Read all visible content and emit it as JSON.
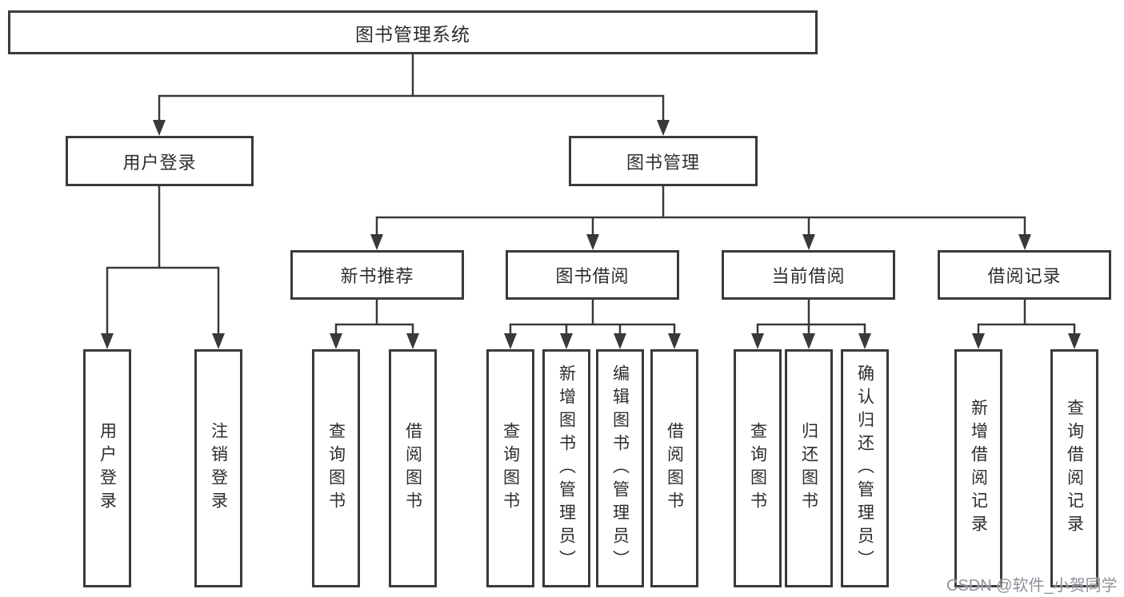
{
  "nodes": {
    "root": "图书管理系统",
    "level2": [
      "用户登录",
      "图书管理"
    ],
    "level3": [
      "新书推荐",
      "图书借阅",
      "当前借阅",
      "借阅记录"
    ],
    "user_login_children": [
      "用户登录",
      "注销登录"
    ],
    "new_book_children": [
      "查询图书",
      "借阅图书"
    ],
    "book_borrow_children": [
      "查询图书",
      "新增图书（管理员）",
      "编辑图书（管理员）",
      "借阅图书"
    ],
    "current_borrow_children": [
      "查询图书",
      "归还图书",
      "确认归还（管理员）"
    ],
    "borrow_record_children": [
      "新增借阅记录",
      "查询借阅记录"
    ]
  },
  "watermark": {
    "text": "CSDN @软件_小贺同学"
  },
  "colors": {
    "line": "#3a3a3a",
    "text": "#2d2d2d",
    "background": "#ffffff",
    "watermark": "#8d9299"
  }
}
